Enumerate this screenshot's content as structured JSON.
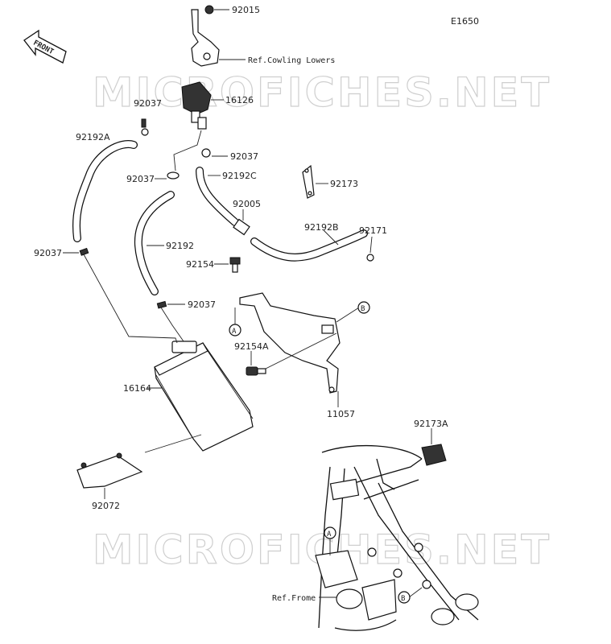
{
  "diagram_code": "E1650",
  "front_arrow_label": "FRONT",
  "watermark": "MICROFICHES.NET",
  "callouts": {
    "a": "A",
    "b": "B"
  },
  "labels": {
    "p92015": "92015",
    "ref_cowling": "Ref.Cowling Lowers",
    "p16126": "16126",
    "p92037_top": "92037",
    "p92192a": "92192A",
    "p92037_right": "92037",
    "p92037_mid": "92037",
    "p92192c": "92192C",
    "p92173": "92173",
    "p92005": "92005",
    "p92192b": "92192B",
    "p92171": "92171",
    "p92037_left": "92037",
    "p92192": "92192",
    "p92154": "92154",
    "p92037_low": "92037",
    "p92154a": "92154A",
    "p16164": "16164",
    "p11057": "11057",
    "p92173a": "92173A",
    "p92072": "92072",
    "ref_frome": "Ref.Frome"
  }
}
